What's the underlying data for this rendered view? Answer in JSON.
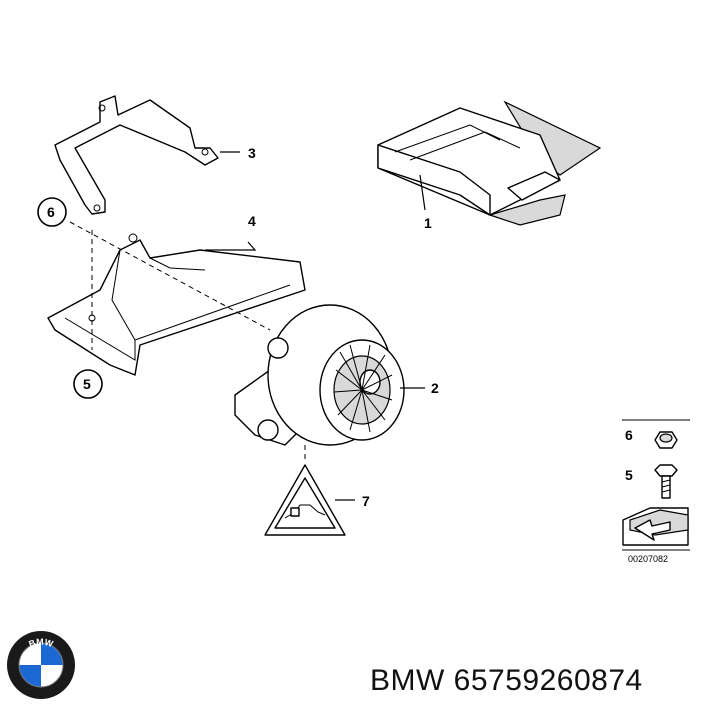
{
  "callouts": {
    "c1": "1",
    "c2": "2",
    "c3": "3",
    "c4": "4",
    "c5": "5",
    "c6": "6",
    "c7": "7"
  },
  "legend": {
    "item6": "6",
    "item5": "5",
    "doc_id": "00207082"
  },
  "logo": {
    "text": "BMW",
    "colors": {
      "blue": "#1c69d4",
      "ring": "#1a1a1a",
      "white": "#ffffff"
    }
  },
  "caption": {
    "brand": "BMW",
    "part_number": "65759260874"
  }
}
